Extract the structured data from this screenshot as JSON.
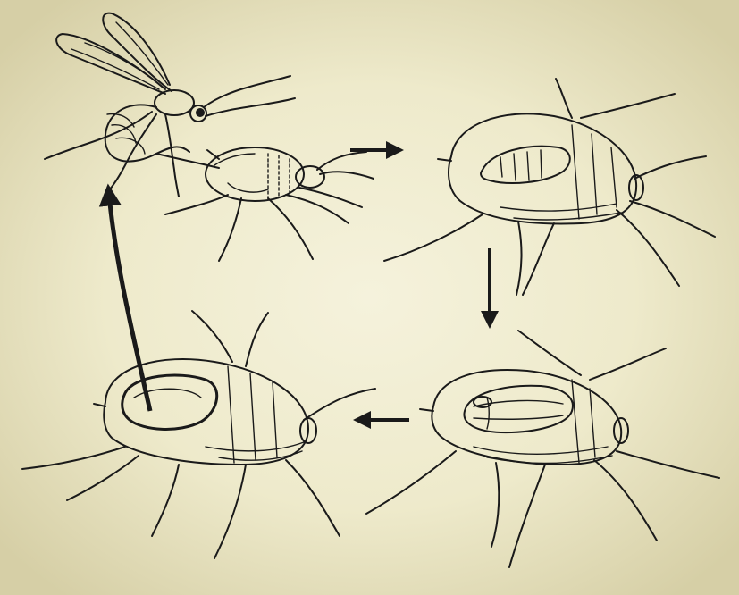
{
  "diagram": {
    "kind": "parasitoid wasp life cycle illustration",
    "background_gradient": {
      "center": "#f5f2dc",
      "edge": "#d6cfa6"
    },
    "ink_color": "#1a1a1a",
    "stages": [
      {
        "id": "wasp-ovipositing-into-aphid"
      },
      {
        "id": "aphid-with-larva"
      },
      {
        "id": "aphid-with-pupa"
      },
      {
        "id": "aphid-mummy-with-exit-hole"
      }
    ],
    "arrows": [
      {
        "from": "wasp-ovipositing-into-aphid",
        "to": "aphid-with-larva",
        "direction": "right"
      },
      {
        "from": "aphid-with-larva",
        "to": "aphid-with-pupa",
        "direction": "down"
      },
      {
        "from": "aphid-with-pupa",
        "to": "aphid-mummy-with-exit-hole",
        "direction": "left"
      },
      {
        "from": "aphid-mummy-with-exit-hole",
        "to": "wasp-ovipositing-into-aphid",
        "direction": "up"
      }
    ]
  }
}
